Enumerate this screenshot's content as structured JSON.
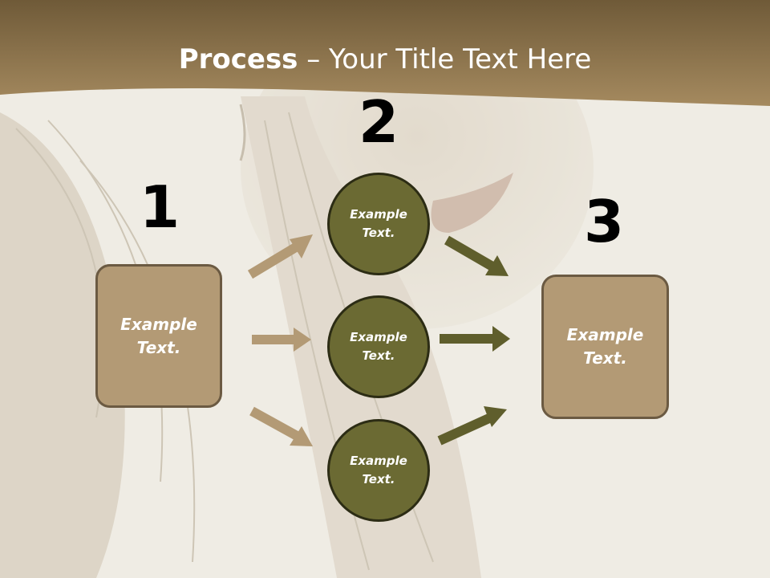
{
  "title": {
    "bold": "Process",
    "rest": " – Your Title Text Here"
  },
  "steps": [
    {
      "number": "1",
      "items": [
        "Example\nText."
      ]
    },
    {
      "number": "2",
      "items": [
        "Example\nText.",
        "Example\nText.",
        "Example\nText."
      ]
    },
    {
      "number": "3",
      "items": [
        "Example\nText."
      ]
    }
  ],
  "colors": {
    "header": "#8f7a55",
    "box_fill": "#b39a75",
    "box_border": "#6b5a42",
    "circle_fill": "#6b6a33",
    "circle_border": "#2c2c14",
    "arrow_tan": "#b39a75",
    "arrow_olive": "#5f5e2c"
  }
}
